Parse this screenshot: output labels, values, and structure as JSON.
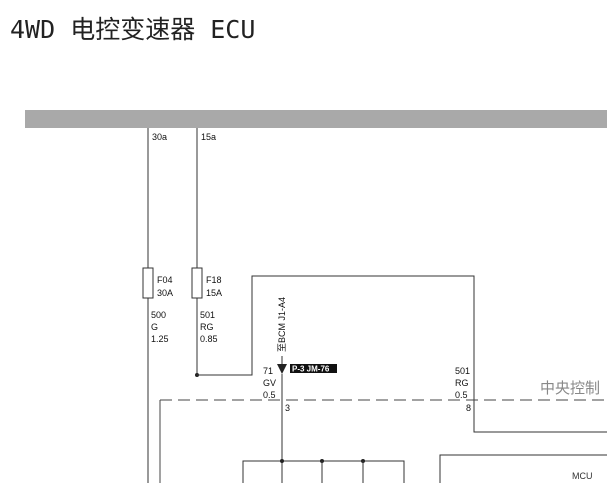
{
  "title": "4WD 电控变速器 ECU",
  "rails": {
    "left": "30a",
    "right": "15a"
  },
  "fuses": [
    {
      "id": "F04",
      "rating": "30A"
    },
    {
      "id": "F18",
      "rating": "15A"
    }
  ],
  "wires": [
    {
      "circuit": "500",
      "color": "G",
      "size": "1.25"
    },
    {
      "circuit": "501",
      "color": "RG",
      "size": "0.85"
    },
    {
      "circuit": "71",
      "color": "GV",
      "size": "0.5"
    },
    {
      "circuit": "501",
      "color": "RG",
      "size": "0.5"
    }
  ],
  "pins": [
    "3",
    "8"
  ],
  "bcm_ref": "至BCM J1-A4",
  "connector_tag": "P-3 JM-76",
  "zone_label": "中央控制",
  "module_label": "MCU"
}
